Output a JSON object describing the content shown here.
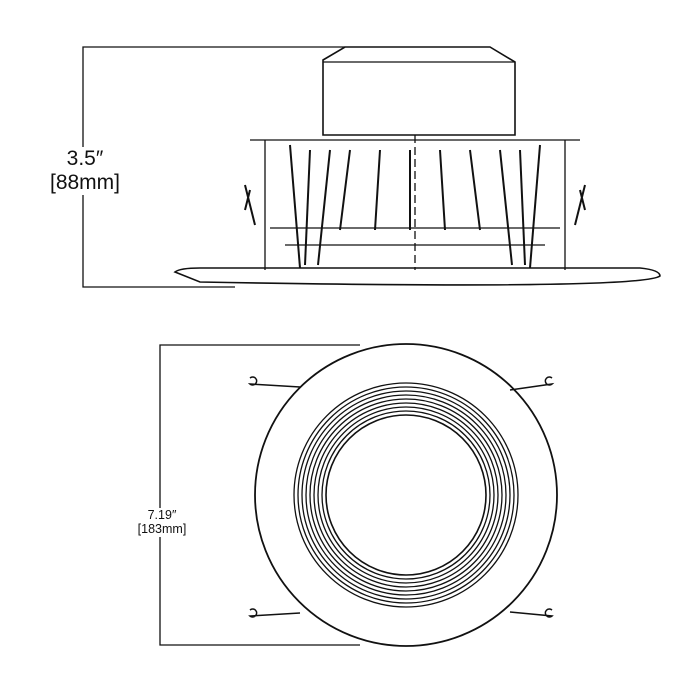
{
  "side_view": {
    "height_in": "3.5″",
    "height_mm": "[88mm]"
  },
  "top_view": {
    "diameter_in": "7.19″",
    "diameter_mm": "[183mm]"
  }
}
